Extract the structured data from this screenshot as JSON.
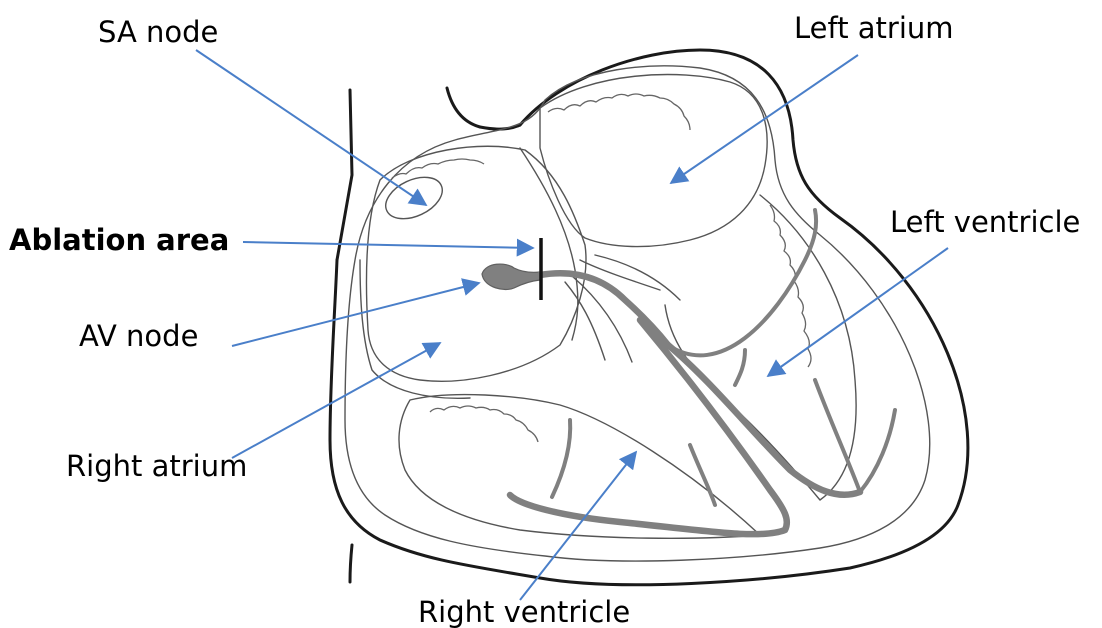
{
  "colors": {
    "outline": "#1a1a1a",
    "conduction": "#808080",
    "pointer": "#4a7fc9",
    "label": "#000000"
  },
  "labels": {
    "sa_node": "SA node",
    "left_atrium": "Left atrium",
    "ablation_area": "Ablation area",
    "left_ventricle": "Left ventricle",
    "av_node": "AV node",
    "right_atrium": "Right atrium",
    "right_ventricle": "Right ventricle"
  }
}
